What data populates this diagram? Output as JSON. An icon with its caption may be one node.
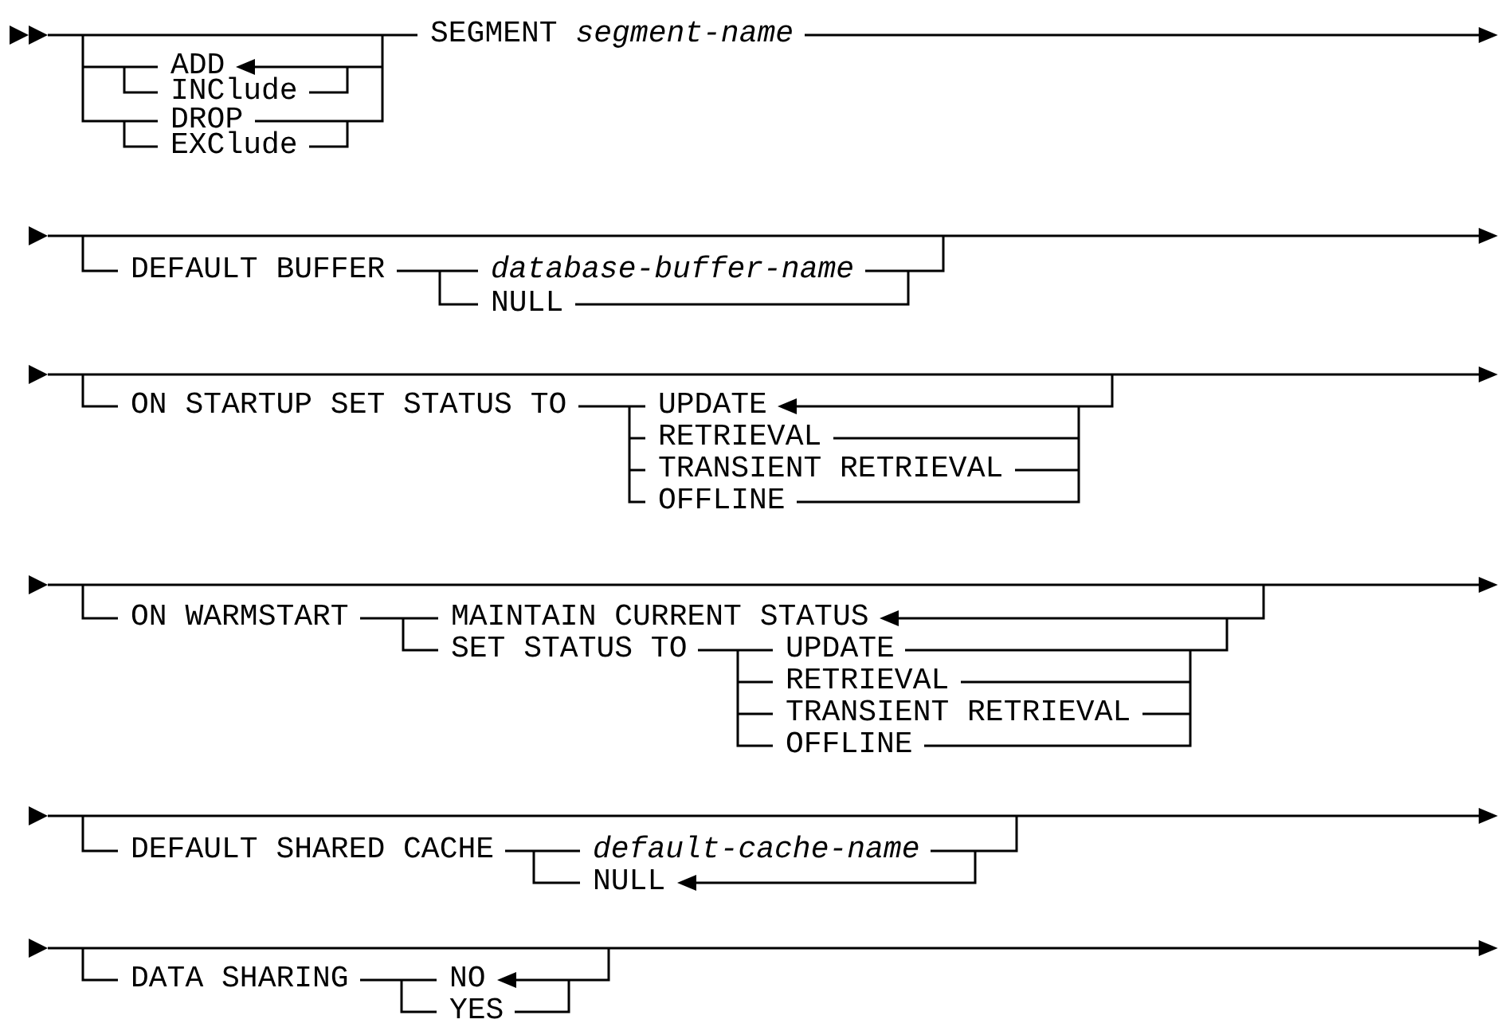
{
  "diagram": {
    "labels": [
      "SEGMENT *segment-name*",
      "ADD",
      "INClude",
      "DROP",
      "EXClude",
      "DEFAULT BUFFER",
      "database-buffer-name",
      "NULL",
      "ON STARTUP SET STATUS TO",
      "UPDATE",
      "RETRIEVAL",
      "TRANSIENT RETRIEVAL",
      "OFFLINE",
      "ON WARMSTART",
      "MAINTAIN CURRENT STATUS",
      "SET STATUS TO",
      "UPDATE",
      "RETRIEVAL",
      "TRANSIENT RETRIEVAL",
      "OFFLINE",
      "DEFAULT SHARED CACHE",
      "default-cache-name",
      "NULL",
      "DATA SHARING",
      "NO",
      "YES"
    ]
  }
}
